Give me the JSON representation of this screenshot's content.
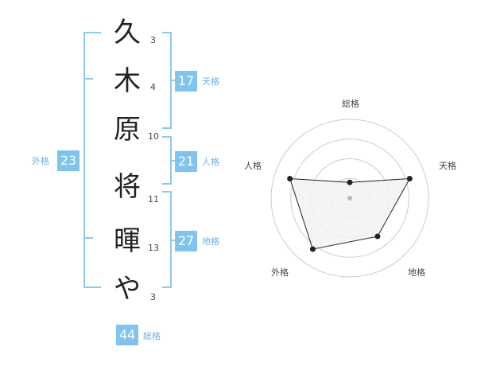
{
  "name_chars": [
    {
      "char": "久",
      "strokes": "3"
    },
    {
      "char": "木",
      "strokes": "4"
    },
    {
      "char": "原",
      "strokes": "10"
    },
    {
      "char": "将",
      "strokes": "11"
    },
    {
      "char": "暉",
      "strokes": "13"
    },
    {
      "char": "や",
      "strokes": "3"
    }
  ],
  "kaku": {
    "tenkaku": {
      "value": "17",
      "label": "天格"
    },
    "jinkaku": {
      "value": "21",
      "label": "人格"
    },
    "chikaku": {
      "value": "27",
      "label": "地格"
    },
    "gaikaku": {
      "value": "23",
      "label": "外格"
    },
    "soukaku": {
      "value": "44",
      "label": "総格"
    }
  },
  "chart_data": {
    "type": "radar",
    "axes": [
      "総格",
      "天格",
      "地格",
      "外格",
      "人格"
    ],
    "values": [
      1,
      4,
      3,
      4,
      4
    ],
    "max": 5,
    "rings": 4,
    "colors": {
      "fill": "#f2f2f2",
      "line": "#222222",
      "ring": "#cccccc",
      "center": "#bbbbbb"
    }
  }
}
